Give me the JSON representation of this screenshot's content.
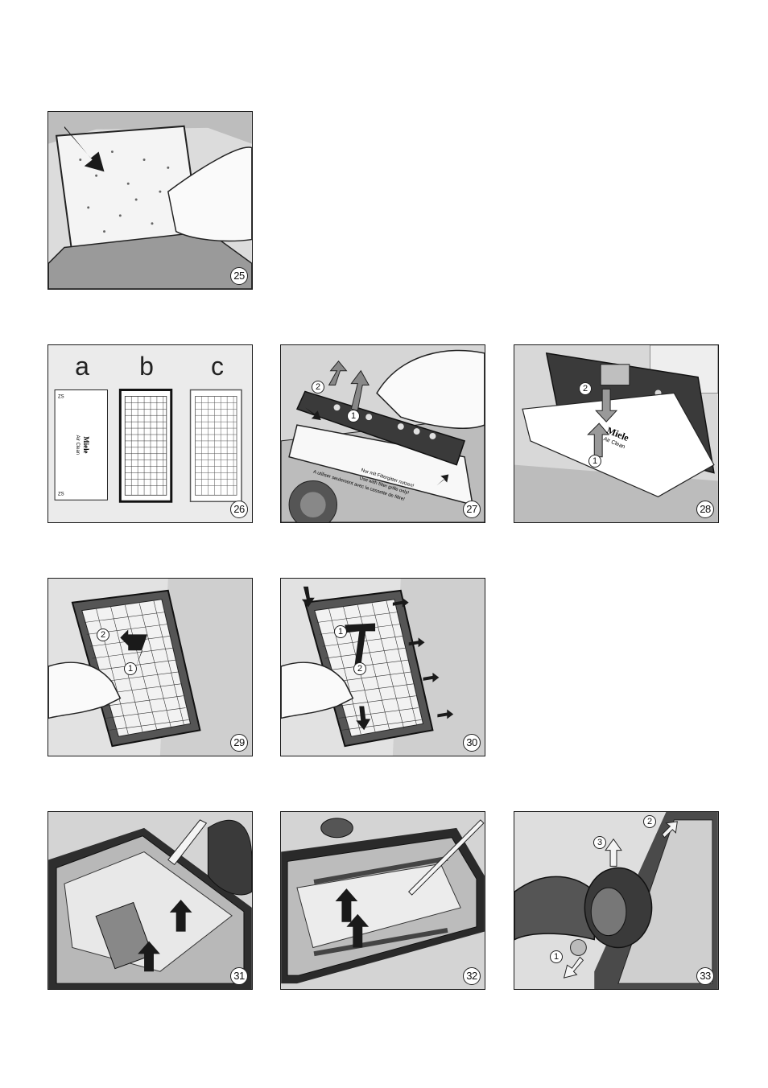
{
  "figures": {
    "fig25": {
      "number": "25"
    },
    "fig26": {
      "number": "26",
      "labels": [
        "a",
        "b",
        "c"
      ],
      "sheet": {
        "brand": "Miele",
        "product": "Air Clean",
        "side_code": "ZS"
      }
    },
    "fig27": {
      "number": "27",
      "steps": [
        "1",
        "2"
      ],
      "sheet_lines": [
        "Nur mit Filtergitter nutzen!",
        "Use with filter grille only!",
        "A utiliser seulement avec la cassette de filtre!"
      ]
    },
    "fig28": {
      "number": "28",
      "steps": [
        "1",
        "2"
      ],
      "sheet": {
        "brand": "Miele",
        "product": "Air Clean"
      }
    },
    "fig29": {
      "number": "29",
      "steps": [
        "1",
        "2"
      ]
    },
    "fig30": {
      "number": "30",
      "steps": [
        "1",
        "2"
      ]
    },
    "fig31": {
      "number": "31"
    },
    "fig32": {
      "number": "32"
    },
    "fig33": {
      "number": "33",
      "steps": [
        "1",
        "2",
        "3"
      ]
    }
  },
  "colors": {
    "frame": "#1a1a1a",
    "panel_bg": "#e6e6e6",
    "arrow": "#1a1a1a",
    "filter_dark": "#3a3a3a"
  }
}
